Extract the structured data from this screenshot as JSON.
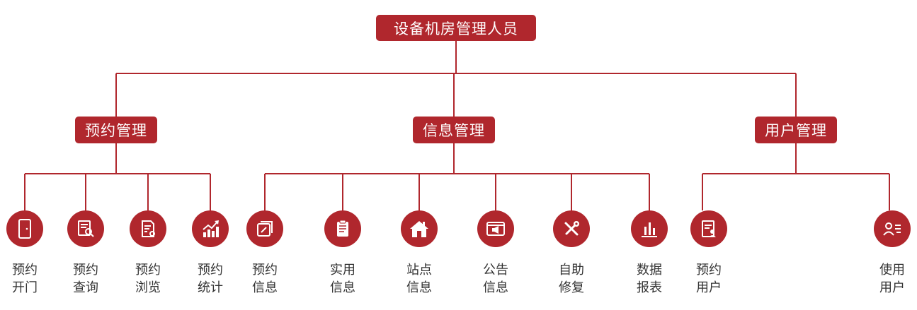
{
  "colors": {
    "accent": "#b0272d",
    "line": "#b0272d",
    "text": "#333333"
  },
  "root": {
    "label": "设备机房管理人员"
  },
  "groups": [
    {
      "label": "预约管理"
    },
    {
      "label": "信息管理"
    },
    {
      "label": "用户管理"
    }
  ],
  "leaves": [
    {
      "line1": "预约",
      "line2": "开门",
      "icon": "door-icon"
    },
    {
      "line1": "预约",
      "line2": "查询",
      "icon": "document-search-icon"
    },
    {
      "line1": "预约",
      "line2": "浏览",
      "icon": "document-view-icon"
    },
    {
      "line1": "预约",
      "line2": "统计",
      "icon": "bar-chart-trend-icon"
    },
    {
      "line1": "预约",
      "line2": "信息",
      "icon": "edit-square-icon"
    },
    {
      "line1": "实用",
      "line2": "信息",
      "icon": "clipboard-icon"
    },
    {
      "line1": "站点",
      "line2": "信息",
      "icon": "home-icon"
    },
    {
      "line1": "公告",
      "line2": "信息",
      "icon": "announcement-icon"
    },
    {
      "line1": "自助",
      "line2": "修复",
      "icon": "tools-icon"
    },
    {
      "line1": "数据",
      "line2": "报表",
      "icon": "bar-chart-icon"
    },
    {
      "line1": "预约",
      "line2": "用户",
      "icon": "user-document-icon"
    },
    {
      "line1": "使用",
      "line2": "用户",
      "icon": "user-list-icon"
    }
  ]
}
